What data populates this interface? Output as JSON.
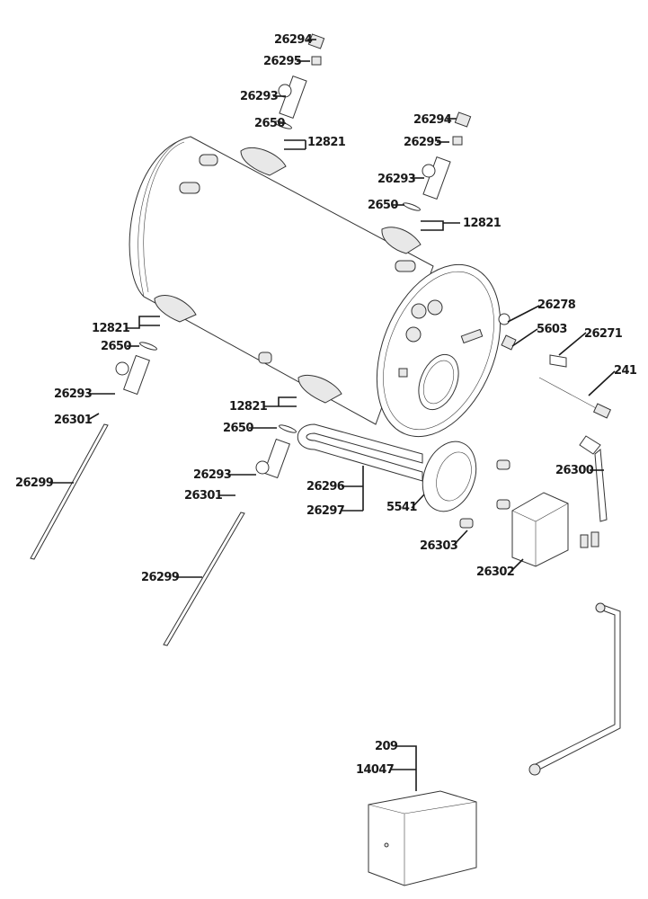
{
  "diagram": {
    "type": "exploded parts diagram",
    "labels": [
      "26294",
      "26295",
      "26293",
      "2650",
      "12821",
      "26294",
      "26295",
      "26293",
      "2650",
      "12821",
      "26278",
      "5603",
      "26271",
      "241",
      "12821",
      "2650",
      "26293",
      "26301",
      "26299",
      "12821",
      "2650",
      "26293",
      "26301",
      "26299",
      "26296",
      "26297",
      "5541",
      "26300",
      "26303",
      "26302",
      "209",
      "14047"
    ]
  }
}
